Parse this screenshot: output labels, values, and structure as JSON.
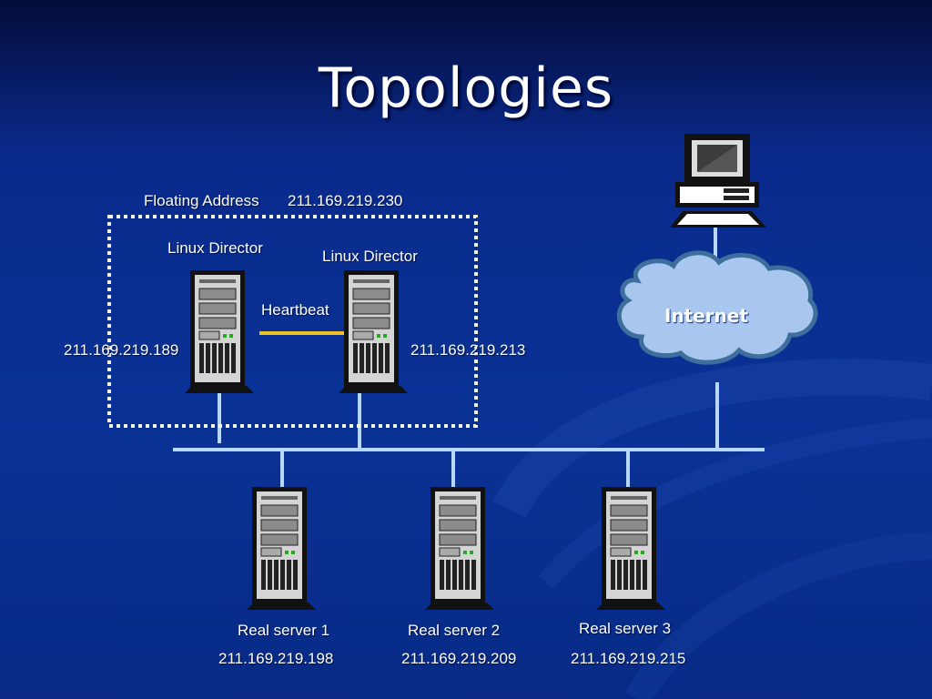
{
  "title": "Topologies",
  "floating": {
    "label": "Floating Address",
    "address": "211.169.219.230"
  },
  "directors": [
    {
      "label": "Linux Director",
      "address": "211.169.219.189"
    },
    {
      "label": "Linux Director",
      "address": "211.169.219.213"
    }
  ],
  "heartbeat": {
    "label": "Heartbeat",
    "color": "#f0c020"
  },
  "internet": {
    "label": "Internet"
  },
  "real_servers": [
    {
      "label": "Real server 1",
      "address": "211.169.219.198"
    },
    {
      "label": "Real server 2",
      "address": "211.169.219.209"
    },
    {
      "label": "Real server 3",
      "address": "211.169.219.215"
    }
  ],
  "colors": {
    "network_line": "#b8d8f8",
    "cloud_fill": "#a9c6ee",
    "cloud_stroke": "#3d6e9c",
    "server_body": "#d8d8d8",
    "dotted_box": "#f5f5dc"
  },
  "icons": [
    "server-icon",
    "computer-icon",
    "cloud-icon"
  ]
}
